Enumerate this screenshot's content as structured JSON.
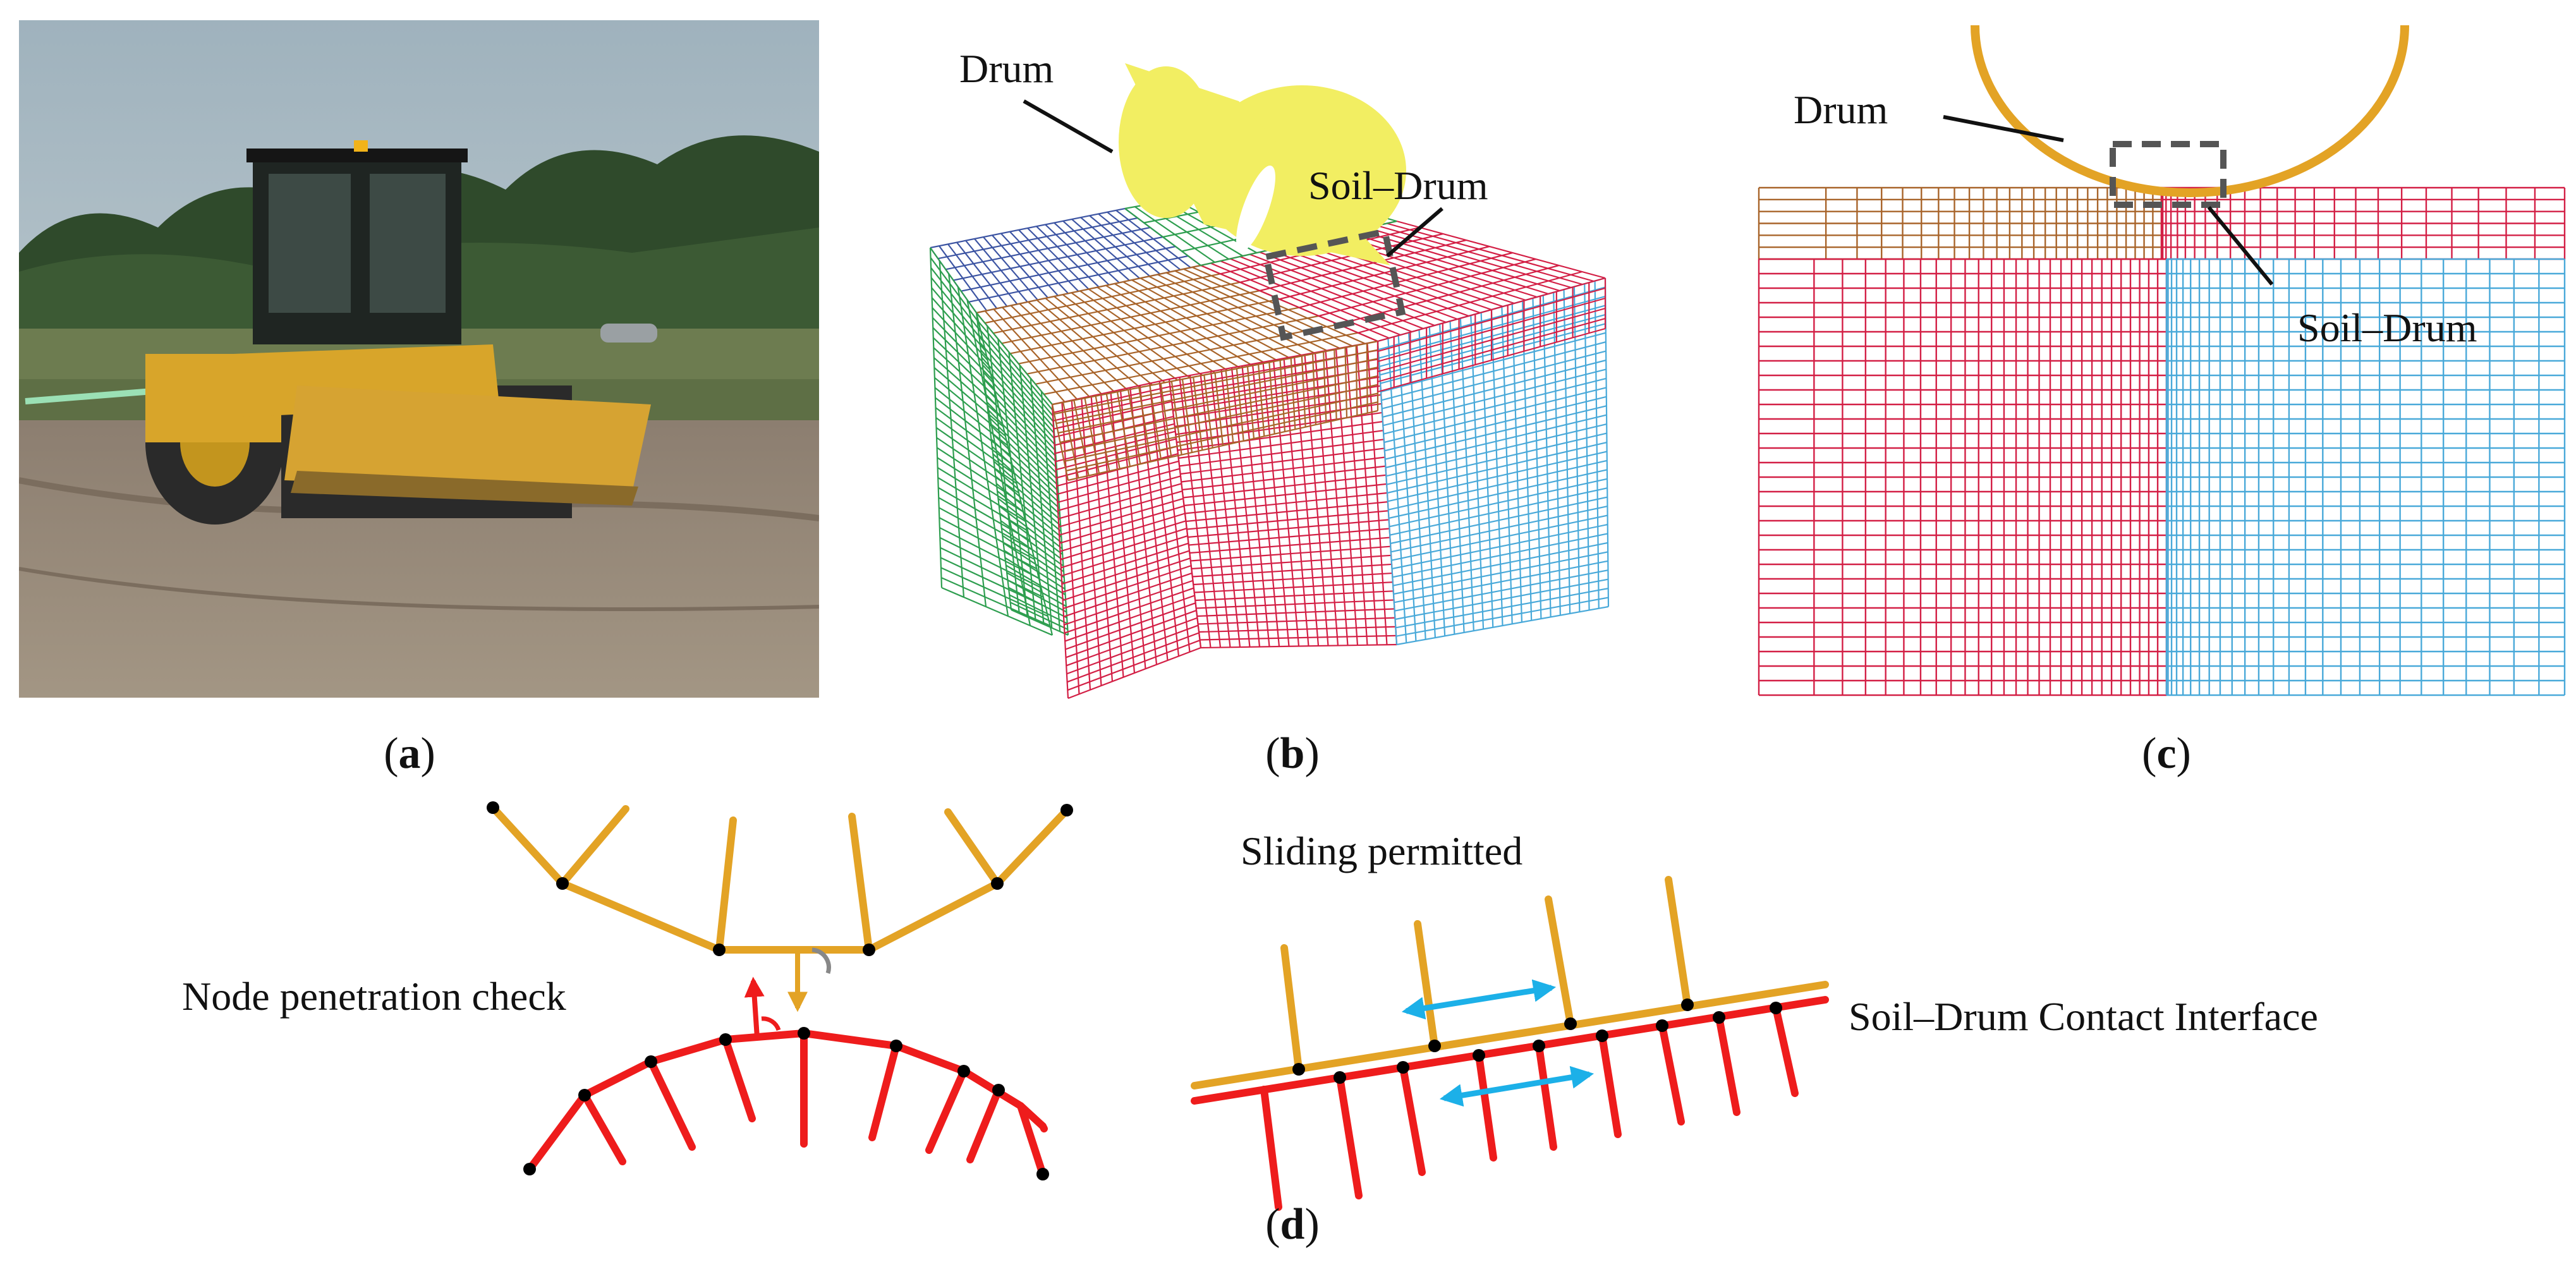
{
  "panels": {
    "a": {
      "label_open": "(",
      "label_letter": "a",
      "label_close": ")"
    },
    "b": {
      "label_open": "(",
      "label_letter": "b",
      "label_close": ")",
      "drum_label": "Drum",
      "contact_label": "Soil–Drum"
    },
    "c": {
      "label_open": "(",
      "label_letter": "c",
      "label_close": ")",
      "drum_label": "Drum",
      "contact_label": "Soil–Drum"
    },
    "d": {
      "label_open": "(",
      "label_letter": "d",
      "label_close": ")",
      "penetration_label": "Node penetration check",
      "sliding_label": "Sliding permitted",
      "interface_label": "Soil–Drum Contact Interface"
    }
  },
  "colors": {
    "drum": "#F2EE62",
    "drum_outline": "#E3A325",
    "drum_elements": "#E3A325",
    "soil_elements": "#EE1C1C",
    "arrow_sliding": "#1CB0E8",
    "mesh_blue": "#3D55A3",
    "mesh_green": "#2E9E4F",
    "mesh_brown": "#A8642A",
    "mesh_red": "#D31F45",
    "mesh_cyan": "#49A9D9",
    "contact_box": "#555555"
  }
}
